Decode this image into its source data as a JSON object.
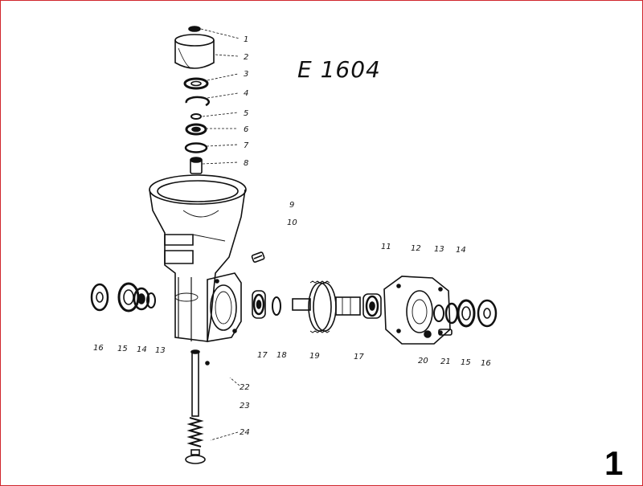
{
  "title": "E 1604",
  "page_number": "1",
  "colors": {
    "frame": "#d0262c",
    "ink": "#111111"
  },
  "callouts": [
    "1",
    "2",
    "3",
    "4",
    "5",
    "6",
    "7",
    "8",
    "9",
    "10",
    "11",
    "12",
    "13",
    "14",
    "16",
    "15",
    "14",
    "13",
    "17",
    "18",
    "19",
    "17",
    "20",
    "21",
    "15",
    "16",
    "22",
    "23",
    "24"
  ]
}
